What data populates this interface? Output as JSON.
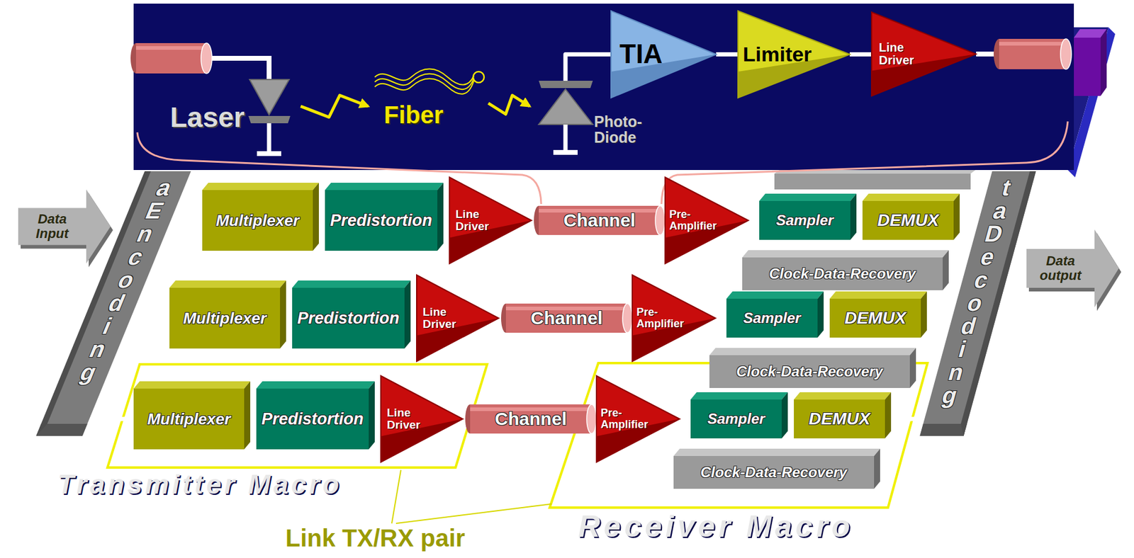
{
  "diagram": {
    "nodes": [
      {
        "text": [
          "Laser"
        ]
      },
      {
        "text": [
          "Fiber"
        ]
      },
      {
        "text": [
          "Photo-Diode"
        ]
      },
      {
        "text": [
          "TIA"
        ]
      },
      {
        "text": [
          "Limiter"
        ]
      },
      {
        "text": [
          "Line Driver"
        ]
      },
      {
        "text": [
          "Data Input"
        ]
      },
      {
        "text": [
          "Transmitter Macro"
        ]
      },
      {
        "text": [
          "a Encoding"
        ],
        "in": 7
      },
      {
        "text": [
          "Multiplexer"
        ],
        "in": 7
      },
      {
        "text": [
          "Predistortion"
        ],
        "in": 7
      },
      {
        "text": [
          "Line Driver"
        ],
        "in": 7
      },
      {
        "text": [
          "Multiplexer"
        ],
        "in": 7
      },
      {
        "text": [
          "Predistortion"
        ],
        "in": 7
      },
      {
        "text": [
          "Line Driver"
        ],
        "in": 7
      },
      {
        "text": [
          "Multiplexer"
        ],
        "in": 7
      },
      {
        "text": [
          "Predistortion"
        ],
        "in": 7
      },
      {
        "text": [
          "Line Driver"
        ],
        "in": 7
      },
      {
        "text": [
          "Channel"
        ]
      },
      {
        "text": [
          "Channel"
        ]
      },
      {
        "text": [
          "Channel"
        ]
      },
      {
        "text": [
          "Receiver Macro"
        ]
      },
      {
        "text": [
          "ta Decoding"
        ],
        "in": 21
      },
      {
        "text": [
          "Pre-Amplifier"
        ],
        "in": 21
      },
      {
        "text": [
          "Sampler"
        ],
        "in": 21
      },
      {
        "text": [
          "DEMUX"
        ],
        "in": 21
      },
      {
        "text": [
          "Clock-Data-Recovery"
        ],
        "in": 21
      },
      {
        "text": [
          "Pre-Amplifier"
        ],
        "in": 21
      },
      {
        "text": [
          "Sampler"
        ],
        "in": 21
      },
      {
        "text": [
          "DEMUX"
        ],
        "in": 21
      },
      {
        "text": [
          "Clock-Data-Recovery"
        ],
        "in": 21
      },
      {
        "text": [
          "Pre-Amplifier"
        ],
        "in": 21
      },
      {
        "text": [
          "Sampler"
        ],
        "in": 21
      },
      {
        "text": [
          "DEMUX"
        ],
        "in": 21
      },
      {
        "text": [
          "Clock-Data-Recovery"
        ],
        "in": 21
      },
      {
        "text": [
          "Data output"
        ]
      }
    ],
    "edges": [
      {
        "from": 0,
        "to": 1,
        "arrow": "to"
      },
      {
        "from": 1,
        "to": 2,
        "arrow": "to"
      },
      {
        "from": 2,
        "to": 3,
        "arrow": "none"
      },
      {
        "from": 3,
        "to": 4,
        "arrow": "none"
      },
      {
        "from": 4,
        "to": 5,
        "arrow": "none"
      },
      {
        "from": 8,
        "to": 9,
        "arrow": "none"
      },
      {
        "from": 9,
        "to": 10,
        "arrow": "none"
      },
      {
        "from": 10,
        "to": 11,
        "arrow": "none"
      },
      {
        "from": 11,
        "to": 18,
        "arrow": "none"
      },
      {
        "from": 18,
        "to": 23,
        "arrow": "none"
      },
      {
        "from": 23,
        "to": 24,
        "arrow": "none"
      },
      {
        "from": 24,
        "to": 25,
        "arrow": "none"
      },
      {
        "from": 25,
        "to": 22,
        "arrow": "none"
      },
      {
        "from": 26,
        "to": 24,
        "arrow": "none"
      },
      {
        "from": 26,
        "to": 25,
        "arrow": "none"
      },
      {
        "from": 8,
        "to": 12,
        "arrow": "none"
      },
      {
        "from": 12,
        "to": 13,
        "arrow": "none"
      },
      {
        "from": 13,
        "to": 14,
        "arrow": "none"
      },
      {
        "from": 14,
        "to": 19,
        "arrow": "none"
      },
      {
        "from": 19,
        "to": 27,
        "arrow": "none"
      },
      {
        "from": 27,
        "to": 28,
        "arrow": "none"
      },
      {
        "from": 28,
        "to": 29,
        "arrow": "none"
      },
      {
        "from": 29,
        "to": 22,
        "arrow": "none"
      },
      {
        "from": 30,
        "to": 28,
        "arrow": "none"
      },
      {
        "from": 30,
        "to": 29,
        "arrow": "none"
      },
      {
        "from": 8,
        "to": 15,
        "arrow": "none"
      },
      {
        "from": 15,
        "to": 16,
        "arrow": "none"
      },
      {
        "from": 16,
        "to": 17,
        "arrow": "none"
      },
      {
        "from": 17,
        "to": 20,
        "arrow": "none"
      },
      {
        "from": 20,
        "to": 31,
        "arrow": "none"
      },
      {
        "from": 31,
        "to": 32,
        "arrow": "none"
      },
      {
        "from": 32,
        "to": 33,
        "arrow": "none"
      },
      {
        "from": 33,
        "to": 22,
        "arrow": "none"
      },
      {
        "from": 34,
        "to": 32,
        "arrow": "none"
      },
      {
        "from": 34,
        "to": 33,
        "arrow": "none"
      }
    ],
    "labels": [
      "Link TX/RX pair"
    ]
  }
}
